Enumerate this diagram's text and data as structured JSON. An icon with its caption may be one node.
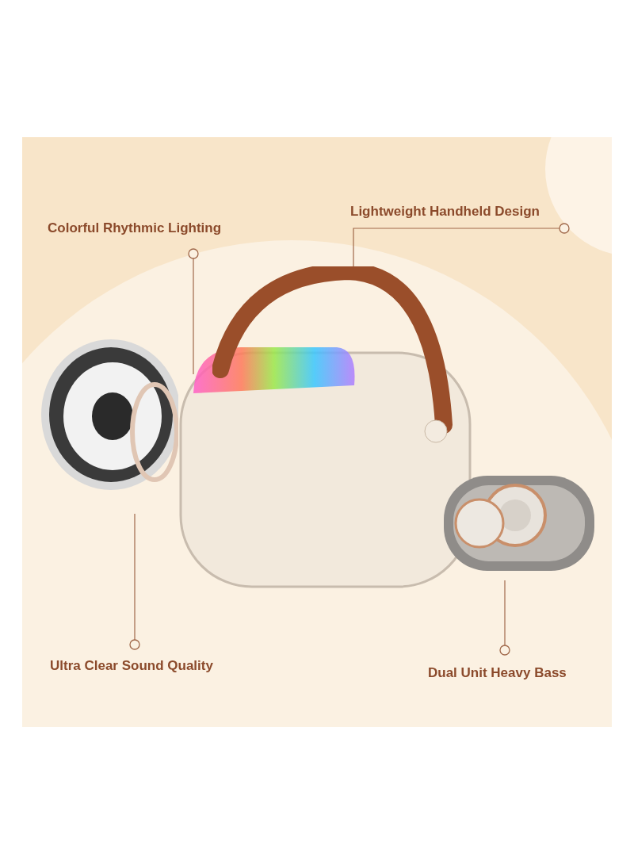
{
  "diagram": {
    "nodes": [
      {
        "text": [
          "Colorful Rhythmic Lighting"
        ]
      },
      {
        "text": [
          "Lightweight Handheld Design"
        ]
      },
      {
        "text": [
          "Ultra Clear Sound Quality"
        ]
      },
      {
        "text": [
          "Dual Unit Heavy Bass"
        ]
      },
      {
        "text": [],
        "shape": "picture"
      },
      {
        "text": [],
        "shape": "picture"
      },
      {
        "text": [],
        "shape": "picture"
      },
      {
        "text": [],
        "shape": "picture"
      }
    ],
    "edges": [
      {
        "from": 0,
        "to": 4,
        "arrow": "other"
      },
      {
        "from": 1,
        "to": 5,
        "arrow": "other"
      },
      {
        "from": 2,
        "to": 6,
        "arrow": "other"
      },
      {
        "from": 3,
        "to": 7,
        "arrow": "other"
      }
    ]
  }
}
